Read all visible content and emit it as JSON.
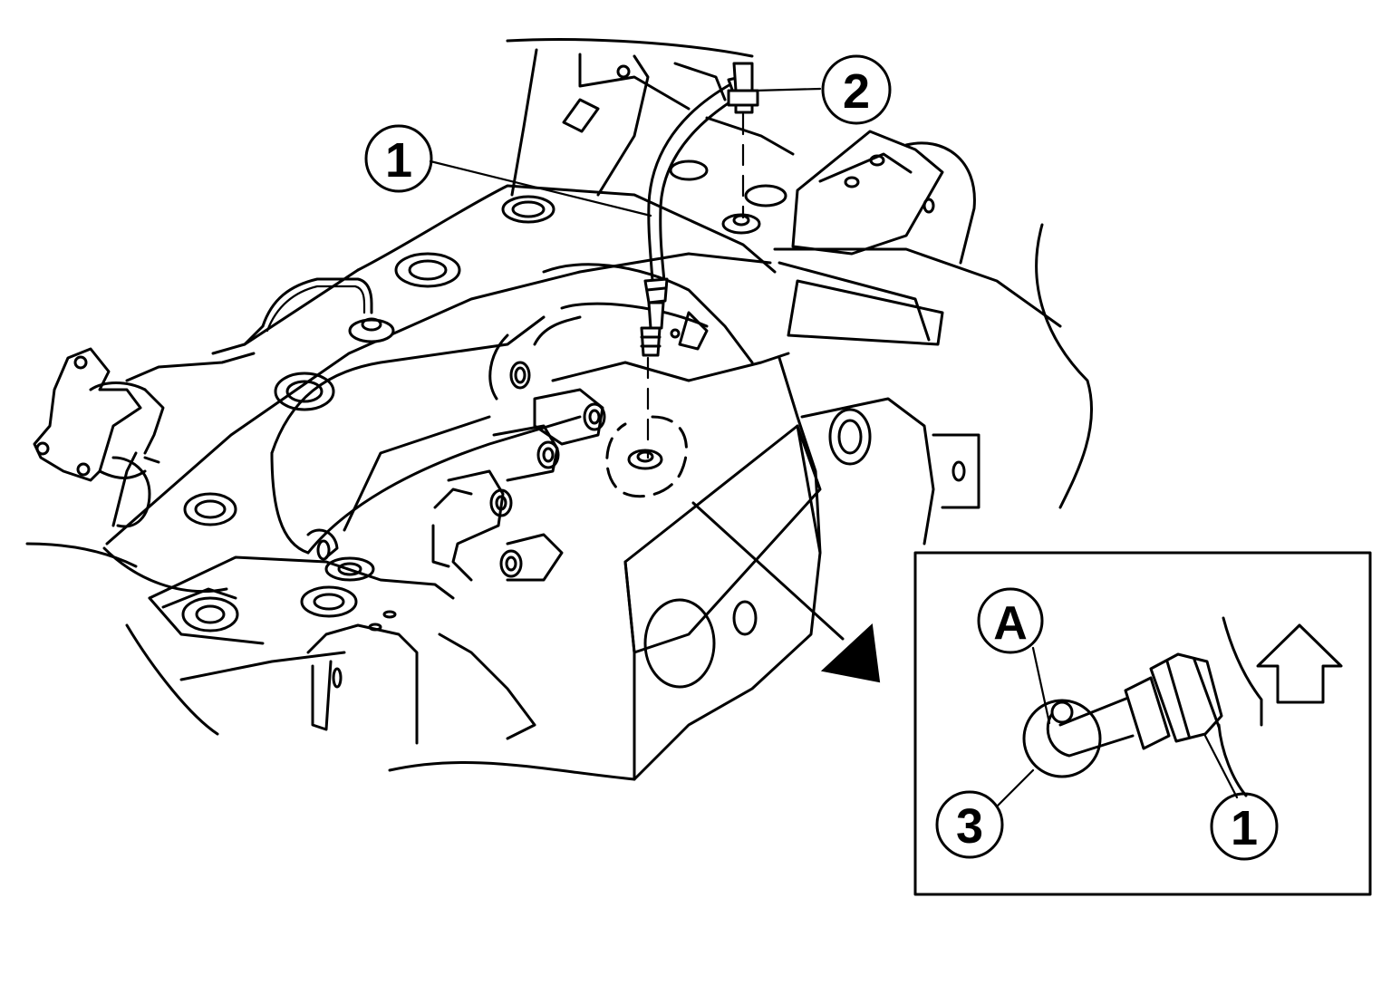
{
  "colors": {
    "ink": "#000000",
    "paper": "#ffffff"
  },
  "callouts": {
    "main_hose": "1",
    "main_bracket": "2",
    "detail_reference_a": "A",
    "detail_hose": "1",
    "detail_fitting": "3"
  },
  "icons": {
    "direction": "up-arrow-icon"
  }
}
